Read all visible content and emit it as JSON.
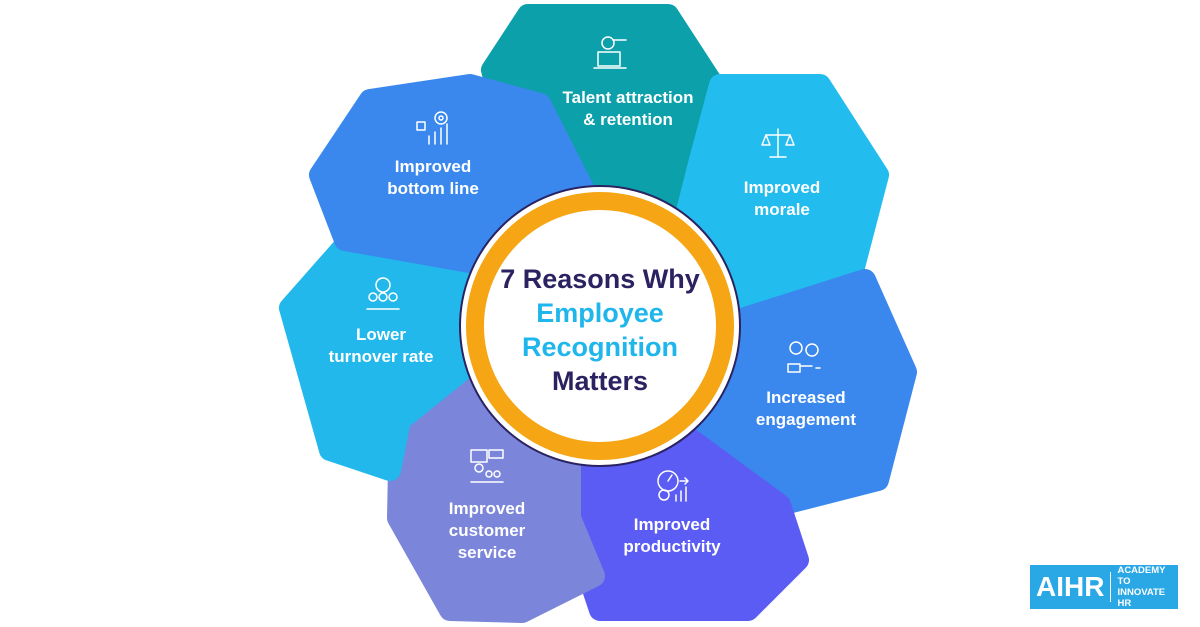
{
  "title": {
    "line1": "7 Reasons Why",
    "line2": "Employee",
    "line3": "Recognition",
    "line4": "Matters"
  },
  "colors": {
    "dark_text": "#2b2361",
    "accent_text": "#1fb6ec",
    "ring": "#f6a515",
    "thin_ring": "#2b2361"
  },
  "petals": [
    {
      "id": "talent",
      "lines": [
        "Talent attraction",
        "& retention"
      ],
      "color": "#0ca0ab",
      "icon": "recruit-icon"
    },
    {
      "id": "morale",
      "lines": [
        "Improved",
        "morale"
      ],
      "color": "#22bcee",
      "icon": "balance-scale-icon"
    },
    {
      "id": "engagement",
      "lines": [
        "Increased",
        "engagement"
      ],
      "color": "#3a88ee",
      "icon": "engagement-icon"
    },
    {
      "id": "productivity",
      "lines": [
        "Improved",
        "productivity"
      ],
      "color": "#5b5cf3",
      "icon": "productivity-icon"
    },
    {
      "id": "service",
      "lines": [
        "Improved",
        "customer",
        "service"
      ],
      "color": "#7b85da",
      "icon": "customer-service-icon"
    },
    {
      "id": "turnover",
      "lines": [
        "Lower",
        "turnover rate"
      ],
      "color": "#22b8ec",
      "icon": "team-icon"
    },
    {
      "id": "bottomline",
      "lines": [
        "Improved",
        "bottom line"
      ],
      "color": "#3a88ee",
      "icon": "growth-chart-icon"
    }
  ],
  "logo": {
    "mark": "AIHR",
    "tag_line1": "ACADEMY TO",
    "tag_line2": "INNOVATE HR"
  }
}
